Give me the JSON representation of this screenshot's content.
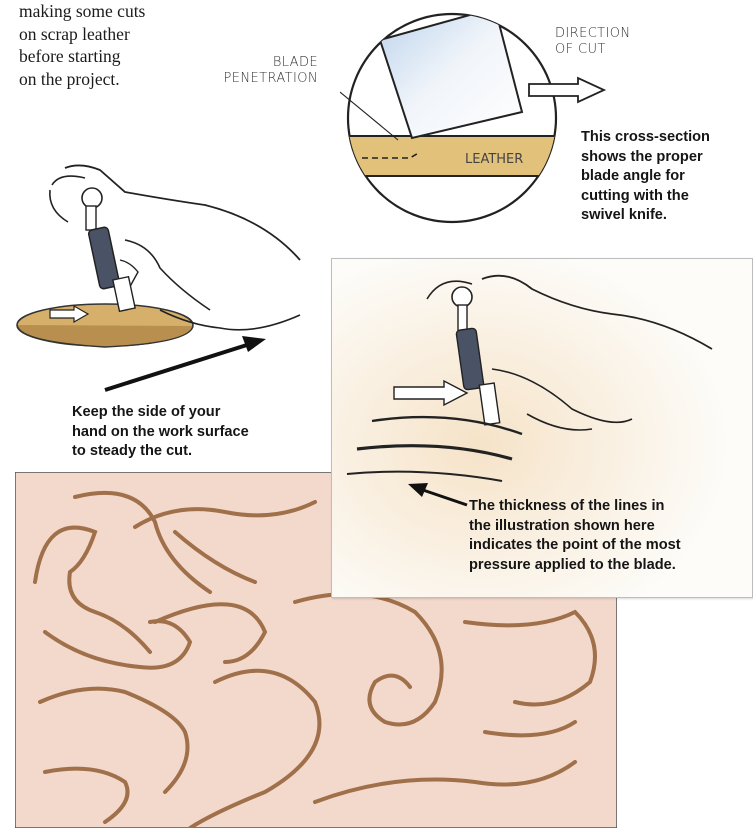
{
  "intro": {
    "lines": [
      "making some cuts",
      "on scrap leather",
      "before starting",
      "on the project."
    ]
  },
  "cross_section": {
    "blade_penetration_lines": [
      "BLADE",
      "PENETRATION"
    ],
    "direction_lines": [
      "DIRECTION",
      "OF CUT"
    ],
    "leather_label": "LEATHER",
    "caption_lines": [
      "This cross-section",
      "shows the proper",
      "blade angle for",
      "cutting with the",
      "swivel knife."
    ]
  },
  "hand_tip": {
    "caption_lines": [
      "Keep the side of your",
      "hand on the work surface",
      "to steady the cut."
    ]
  },
  "line_thickness": {
    "caption_lines": [
      "The thickness of the lines in",
      "the illustration shown here",
      "indicates the point of the most",
      "pressure applied to the blade."
    ]
  },
  "colors": {
    "leather_band": "#e2c27a",
    "leather_panel": "#f2d9cc",
    "cut_line": "#a0704a",
    "ink": "#111111"
  }
}
